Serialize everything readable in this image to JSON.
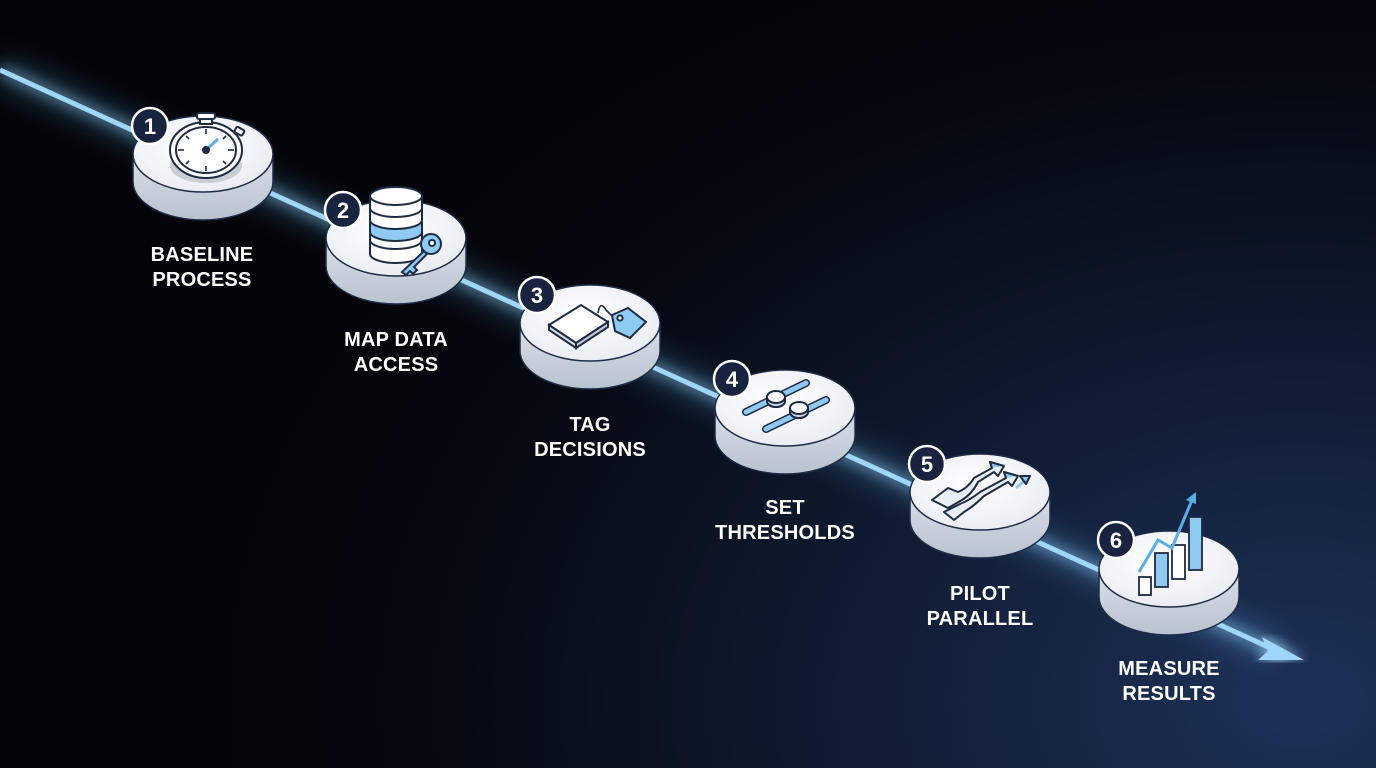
{
  "steps": [
    {
      "number": "1",
      "line1": "BASELINE",
      "line2": "PROCESS",
      "icon": "stopwatch-icon"
    },
    {
      "number": "2",
      "line1": "MAP DATA",
      "line2": "ACCESS",
      "icon": "database-key-icon"
    },
    {
      "number": "3",
      "line1": "TAG",
      "line2": "DECISIONS",
      "icon": "tag-icon"
    },
    {
      "number": "4",
      "line1": "SET",
      "line2": "THRESHOLDS",
      "icon": "sliders-icon"
    },
    {
      "number": "5",
      "line1": "PILOT",
      "line2": "PARALLEL",
      "icon": "parallel-arrows-icon"
    },
    {
      "number": "6",
      "line1": "MEASURE",
      "line2": "RESULTS",
      "icon": "bar-chart-growth-icon"
    }
  ],
  "colors": {
    "beam": "#7cc4f5",
    "badge": "#18243f",
    "disc": "#f2f5f9",
    "icon_accent": "#8fcaf2",
    "icon_stroke": "#1e2b45"
  }
}
